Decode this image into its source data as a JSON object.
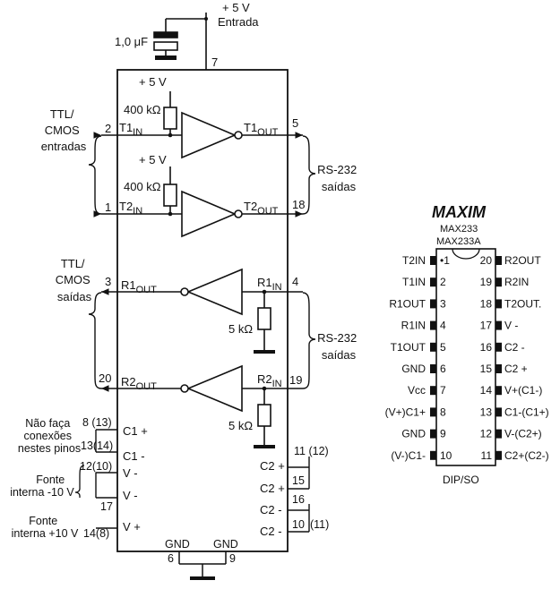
{
  "supply": {
    "vplus": "+ 5 V",
    "entrada": "Entrada",
    "cap": "1,0 μF",
    "pin7": "7"
  },
  "drivers": [
    {
      "vplus": "+ 5 V",
      "resistor": "400 kΩ",
      "in_pin": "2",
      "in_label": "T1",
      "in_sub": "IN",
      "out_label": "T1",
      "out_sub": "OUT",
      "out_pin": "5"
    },
    {
      "vplus": "+ 5 V",
      "resistor": "400 kΩ",
      "in_pin": "1",
      "in_label": "T2",
      "in_sub": "IN",
      "out_label": "T2",
      "out_sub": "OUT",
      "out_pin": "18"
    }
  ],
  "receivers": [
    {
      "out_pin": "3",
      "out_label": "R1",
      "out_sub": "OUT",
      "in_label": "R1",
      "in_sub": "IN",
      "in_pin": "4",
      "resistor": "5 kΩ"
    },
    {
      "out_pin": "20",
      "out_label": "R2",
      "out_sub": "OUT",
      "in_label": "R2",
      "in_sub": "IN",
      "in_pin": "19",
      "resistor": "5 kΩ"
    }
  ],
  "groups": {
    "ttl_in": [
      "TTL/",
      "CMOS",
      "entradas"
    ],
    "ttl_out": [
      "TTL/",
      "CMOS",
      "saídas"
    ],
    "rs232_out": [
      "RS-232",
      "saídas"
    ],
    "rs232_in": [
      "RS-232",
      "saídas"
    ],
    "no_connect": [
      "Não faça",
      "conexões",
      "nestes pinos"
    ],
    "fonte_neg": [
      "Fonte",
      "interna -10 V"
    ],
    "fonte_pos": [
      "Fonte",
      "interna +10 V"
    ]
  },
  "left_pins": {
    "c1p_pin": "8 (13)",
    "c1p_label": "C1 +",
    "c1m_pin": "13(14)",
    "c1m_label": "C1 -",
    "vm_pin": "12(10)",
    "vm_label1": "V -",
    "vm_label2": "V -",
    "vm_pin2": "17",
    "vp_pin": "14(8)",
    "vp_label": "V +"
  },
  "right_pins": {
    "c2p_pin": "11 (12)",
    "c2p_label1": "C2 +",
    "c2p_pin2": "15",
    "c2p_label2": "C2 +",
    "c2m_pin": "16",
    "c2m_label1": "C2 -",
    "c2m_pin2": "10",
    "c2m_pin3": "(11)",
    "c2m_label2": "C2 -"
  },
  "gnd": {
    "label1": "GND",
    "label2": "GND",
    "pin1": "6",
    "pin2": "9"
  },
  "pinout": {
    "brand": "MAXIM",
    "model1": "MAX233",
    "model2": "MAX233A",
    "package": "DIP/SO",
    "left": [
      {
        "num": "•1",
        "name": "T2IN"
      },
      {
        "num": "2",
        "name": "T1IN"
      },
      {
        "num": "3",
        "name": "R1OUT"
      },
      {
        "num": "4",
        "name": "R1IN"
      },
      {
        "num": "5",
        "name": "T1OUT"
      },
      {
        "num": "6",
        "name": "GND"
      },
      {
        "num": "7",
        "name": "Vcc"
      },
      {
        "num": "8",
        "name": "(V+)C1+"
      },
      {
        "num": "9",
        "name": "GND"
      },
      {
        "num": "10",
        "name": "(V-)C1-"
      }
    ],
    "right": [
      {
        "num": "20",
        "name": "R2OUT"
      },
      {
        "num": "19",
        "name": "R2IN"
      },
      {
        "num": "18",
        "name": "T2OUT."
      },
      {
        "num": "17",
        "name": "V -"
      },
      {
        "num": "16",
        "name": "C2 -"
      },
      {
        "num": "15",
        "name": "C2 +"
      },
      {
        "num": "14",
        "name": "V+(C1-)"
      },
      {
        "num": "13",
        "name": "C1-(C1+)"
      },
      {
        "num": "12",
        "name": "V-(C2+)"
      },
      {
        "num": "11",
        "name": "C2+(C2-)"
      }
    ]
  }
}
